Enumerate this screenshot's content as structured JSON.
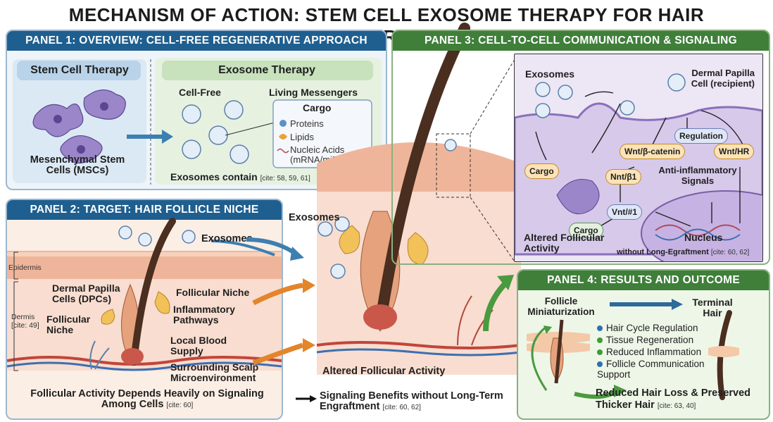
{
  "title": "MECHANISM OF ACTION: STEM CELL EXOSOME THERAPY FOR HAIR RESTORATION",
  "panel1": {
    "title": "PANEL 1: OVERVIEW: CELL-FREE REGENERATIVE APPROACH",
    "stem_title": "Stem Cell Therapy",
    "msc_label": "Mesenchymal Stem Cells (MSCs)",
    "exo_title": "Exosome Therapy",
    "cell_free": "Cell-Free",
    "living": "Living Messengers",
    "cargo_title": "Cargo",
    "cargo_items": [
      "Proteins",
      "Lipids",
      "Nucleic Acids (mRNA/miRNA)"
    ],
    "contain_label": "Exosomes contain",
    "contain_cite": "[cite: 58, 59, 61]"
  },
  "panel2": {
    "title": "PANEL 2: TARGET: HAIR FOLLICLE NICHE",
    "exosomes": "Exosomes",
    "epidermis": "Epidermis",
    "dermis": "Dermis",
    "dermis_cite": "[cite: 49]",
    "dpc": "Dermal Papilla Cells (DPCs)",
    "niche_left": "Follicular Niche",
    "niche_right": "Follicular Niche",
    "inflam": "Inflammatory Pathways",
    "blood": "Local Blood Supply",
    "scalp": "Surrounding Scalp Microenvironment",
    "bottom_text": "Follicular Activity Depends Heavily on Signaling Among Cells",
    "bottom_cite": "[cite: 60]"
  },
  "center": {
    "exosomes": "Exosomes",
    "altered": "Altered Follicular Activity",
    "signal_text": "Signaling Benefits without Long-Term Engraftment",
    "signal_cite": "[cite: 60, 62]"
  },
  "panel3": {
    "title": "PANEL 3: CELL-TO-CELL COMMUNICATION & SIGNALING CASCADES",
    "exosomes": "Exosomes",
    "dp_cell": "Dermal Papilla Cell (recipient)",
    "regulation": "Regulation",
    "wnt_beta": "Wnt/β-catenin",
    "wnt_hr": "Wnt/HR",
    "cargo1": "Cargo",
    "nnt": "Nnt/β1",
    "anti": "Anti-inflammatory Signals",
    "vnt": "Vnt/#1",
    "cargo2": "Cargo",
    "nucleus": "Nucleus",
    "altered": "Altered Follicular Activity",
    "without": "without Long-Egraftment",
    "without_cite": "[cite: 60, 62]"
  },
  "panel4": {
    "title": "PANEL 4: RESULTS AND OUTCOME",
    "mini": "Follicle Miniaturization",
    "terminal": "Terminal Hair",
    "bullets": [
      {
        "text": "Hair Cycle Regulation",
        "color": "#2f6fb0"
      },
      {
        "text": "Tissue Regeneration",
        "color": "#3f9a3a"
      },
      {
        "text": "Reduced Inflammation",
        "color": "#3f9a3a"
      },
      {
        "text": "Follicle Communication Support",
        "color": "#2f6fb0"
      }
    ],
    "outcome": "Reduced Hair Loss & Preserved Thicker Hair",
    "outcome_cite": "[cite: 63, 40]"
  },
  "colors": {
    "blue_header": "#1f5f8f",
    "green_header": "#3f7f3a",
    "hair": "#4a2e1f",
    "skin": "#f3c9a8",
    "arrow_orange": "#e3852b",
    "arrow_blue": "#3d7fb0",
    "arrow_green": "#4a9a3f"
  }
}
